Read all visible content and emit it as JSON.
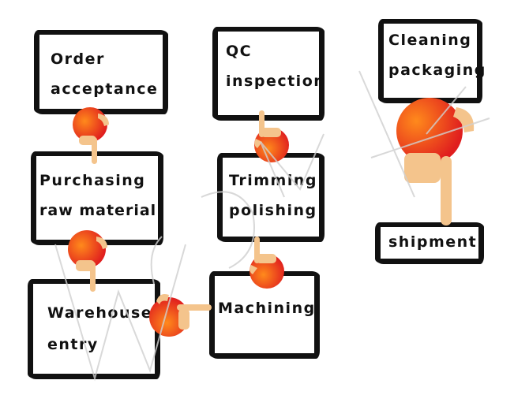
{
  "diagram": {
    "title": "Order processing flow",
    "steps": [
      {
        "id": "order",
        "lines": [
          "Order",
          "acceptance"
        ]
      },
      {
        "id": "purchasing",
        "lines": [
          "Purchasing",
          "raw material"
        ]
      },
      {
        "id": "warehouse",
        "lines": [
          "Warehouse",
          "entry"
        ]
      },
      {
        "id": "machining",
        "lines": [
          "Machining",
          ""
        ]
      },
      {
        "id": "trimming",
        "lines": [
          "Trimming",
          "polishing"
        ]
      },
      {
        "id": "qc",
        "lines": [
          "QC",
          "inspection"
        ]
      },
      {
        "id": "cleaning",
        "lines": [
          "Cleaning",
          "packaging"
        ]
      },
      {
        "id": "shipment",
        "lines": [
          "shipment",
          ""
        ]
      }
    ],
    "connectors": [
      {
        "from": "order",
        "to": "purchasing",
        "icon": "pointing-hand-ball-down"
      },
      {
        "from": "purchasing",
        "to": "warehouse",
        "icon": "pointing-hand-ball-down"
      },
      {
        "from": "warehouse",
        "to": "machining",
        "icon": "pointing-hand-ball-right"
      },
      {
        "from": "machining",
        "to": "trimming",
        "icon": "pointing-hand-ball-up"
      },
      {
        "from": "trimming",
        "to": "qc",
        "icon": "pointing-hand-ball-up"
      },
      {
        "from": "cleaning",
        "to": "shipment",
        "icon": "pointing-hand-ball-down"
      }
    ],
    "watermark": "WOLE",
    "colors": {
      "ball": "#e8231f",
      "ball_highlight": "#ff8a1c",
      "skin": "#f4c48c",
      "border": "#111111"
    }
  }
}
